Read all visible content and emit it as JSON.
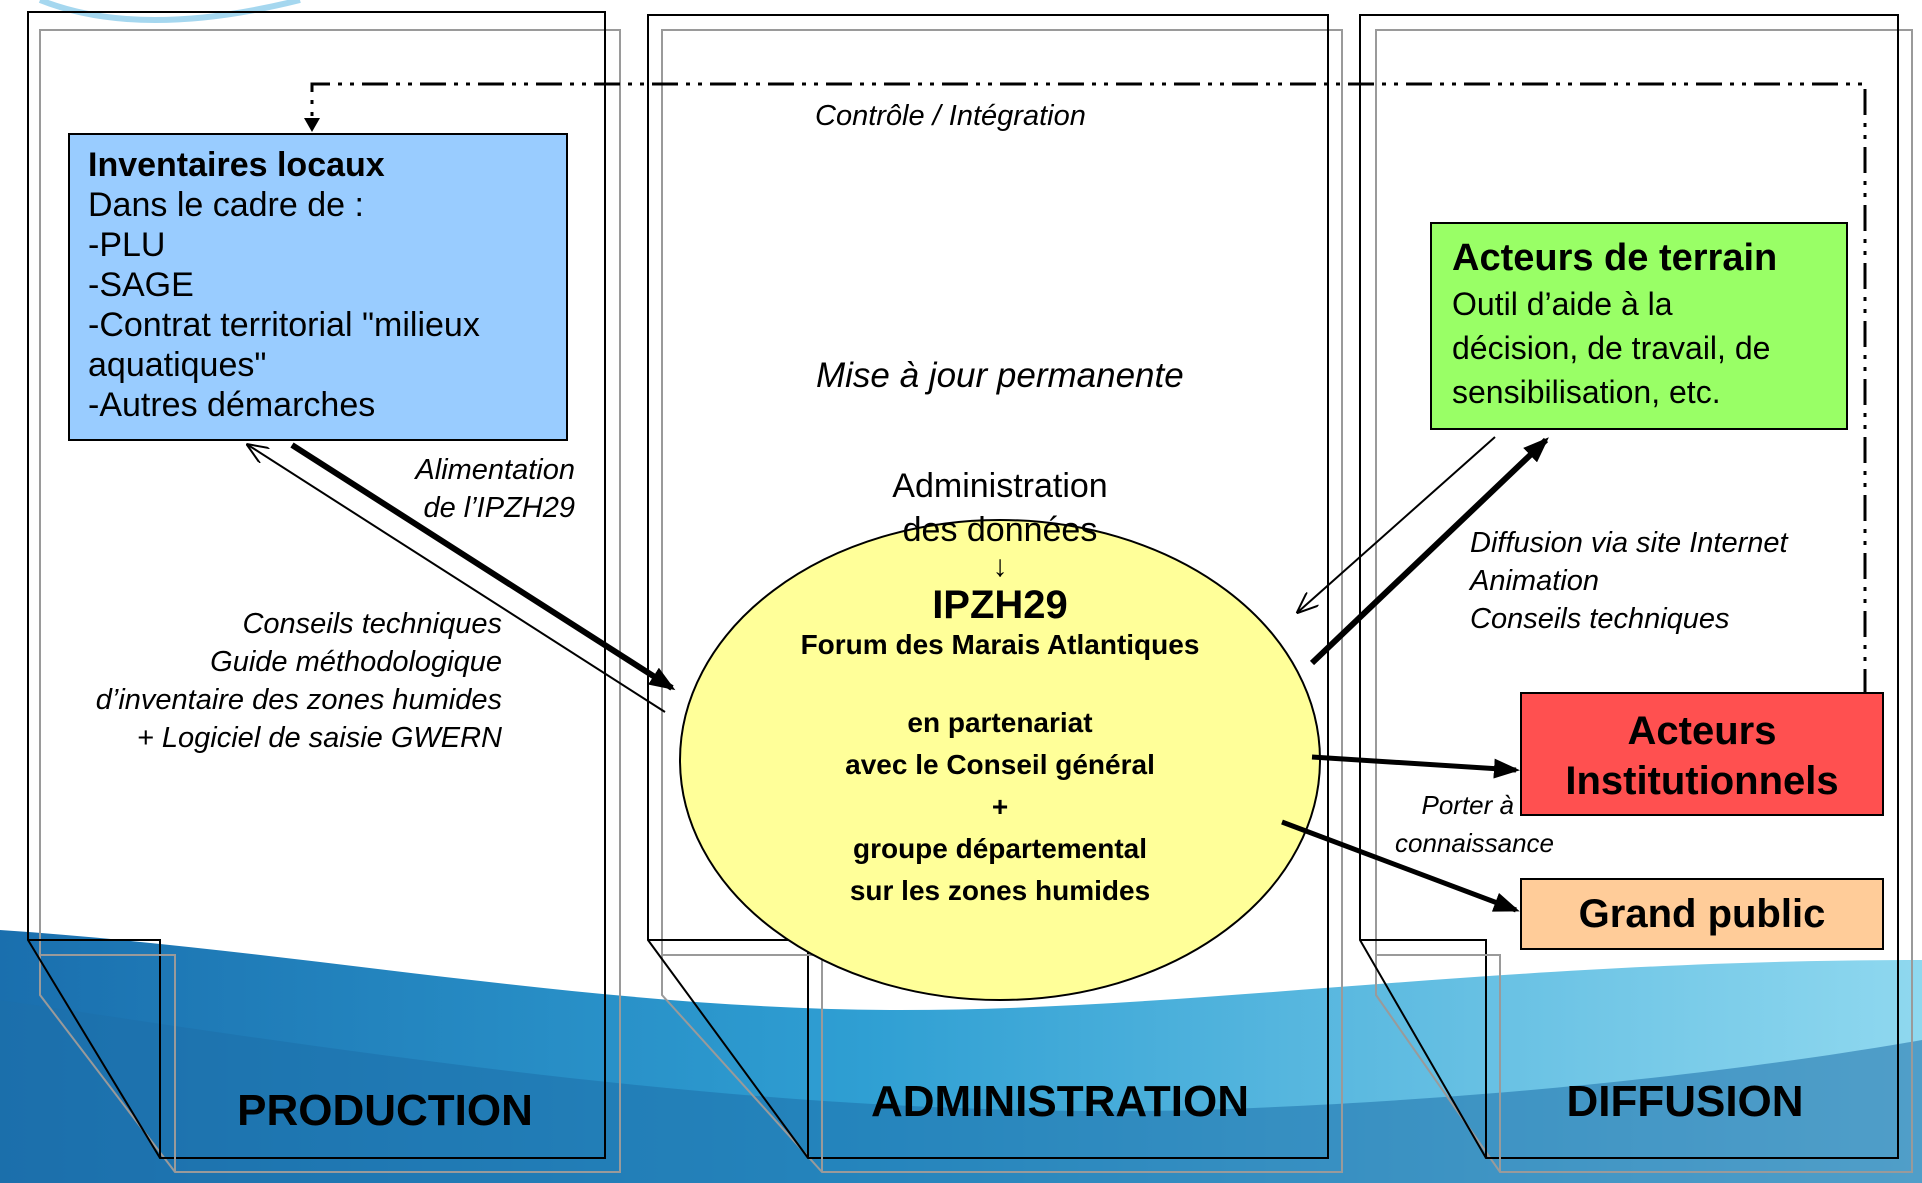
{
  "colors": {
    "inventaires_fill": "#99ccff",
    "terrain_fill": "#99ff66",
    "institutionnels_fill": "#ff5050",
    "grand_public_fill": "#ffcc99",
    "ellipse_fill": "#ffff99",
    "wave_dark": "#1e7fb8",
    "wave_light": "#5fc5e6"
  },
  "columns": {
    "production": "PRODUCTION",
    "administration": "ADMINISTRATION",
    "diffusion": "DIFFUSION"
  },
  "top_loop_label": "Contrôle / Intégration",
  "mise_a_jour": "Mise à jour permanente",
  "inventaires": {
    "title": "Inventaires locaux",
    "lines": [
      "Dans le cadre de :",
      "-PLU",
      "-SAGE",
      "-Contrat territorial \"milieux",
      "aquatiques\"",
      "-Autres démarches"
    ]
  },
  "alimentation": [
    "Alimentation",
    "de l’IPZH29"
  ],
  "conseils_left": [
    "Conseils techniques",
    "Guide méthodologique",
    "d’inventaire des zones humides",
    "+ Logiciel de saisie GWERN"
  ],
  "ellipse": {
    "line1": "Administration",
    "line2": "des données",
    "arrow": "↓",
    "ipzh": "IPZH29",
    "forum": "Forum des Marais Atlantiques",
    "partner1": "en partenariat",
    "partner2": "avec le Conseil général",
    "plus": "+",
    "groupe1": "groupe départemental",
    "groupe2": "sur les zones humides"
  },
  "terrain": {
    "title": "Acteurs de terrain",
    "lines": [
      "Outil d’aide à la",
      "décision, de  travail, de",
      "sensibilisation, etc."
    ]
  },
  "diffusion_text": [
    "Diffusion via site Internet",
    "Animation",
    "Conseils techniques"
  ],
  "institutionnels": [
    "Acteurs",
    "Institutionnels"
  ],
  "porter": [
    "Porter à",
    "connaissance"
  ],
  "grand_public": "Grand public"
}
